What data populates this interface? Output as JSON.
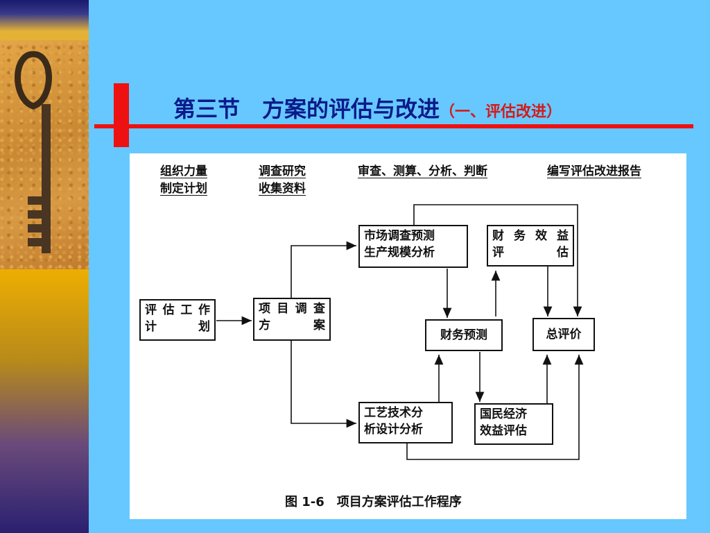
{
  "slide": {
    "title": "第三节　方案的评估与改进",
    "title_sub": "（一、评估改进）"
  },
  "figure": {
    "headers": [
      {
        "line1": "组织力量",
        "line2": "制定计划"
      },
      {
        "line1": "调查研究",
        "line2": "收集资料"
      },
      {
        "line1": "审查、测算、分析、判断",
        "line2": ""
      },
      {
        "line1": "编写评估改进报告",
        "line2": ""
      }
    ],
    "boxes": {
      "plan": {
        "line1": "评估工作",
        "line2": "计　　划"
      },
      "scheme": {
        "line1": "项目调查",
        "line2": "方　　案"
      },
      "market": {
        "line1": "市场调查预测",
        "line2": "生产规模分析"
      },
      "financial_eval": {
        "line1": "财务效益",
        "line2": "评　　估"
      },
      "financial_forecast": {
        "line1": "财务预测",
        "line2": ""
      },
      "overall": {
        "line1": "总评价",
        "line2": ""
      },
      "tech": {
        "line1": "工艺技术分",
        "line2": "析设计分析"
      },
      "national": {
        "line1": "国民经济",
        "line2": "效益评估"
      }
    },
    "caption": "图 1-6　项目方案评估工作程序"
  },
  "colors": {
    "background": "#66c8ff",
    "accent_red": "#ee1111",
    "title_blue": "#0a1a8a",
    "subtitle_red": "#d41a1a"
  }
}
